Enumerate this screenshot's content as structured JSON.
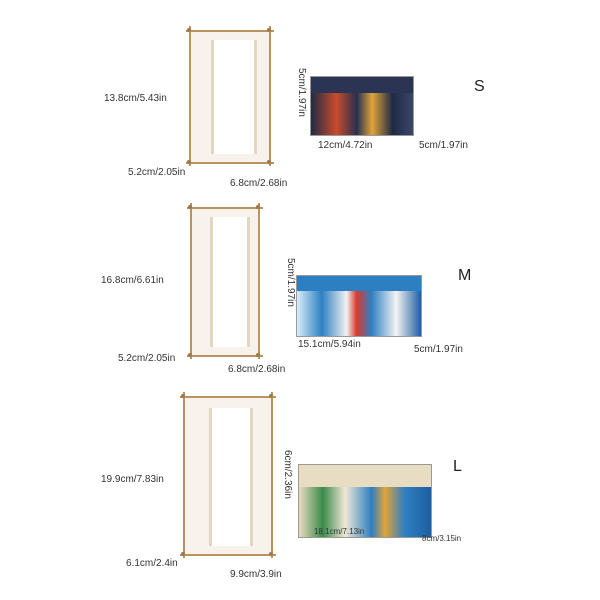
{
  "sizes": [
    {
      "letter": "S",
      "frame_height": "13.8cm/5.43in",
      "frame_depth": "5.2cm/2.05in",
      "frame_width": "6.8cm/2.68in",
      "box_height": "5cm/1.97in",
      "box_length": "12cm/4.72in",
      "box_width": "5cm/1.97in"
    },
    {
      "letter": "M",
      "frame_height": "16.8cm/6.61in",
      "frame_depth": "5.2cm/2.05in",
      "frame_width": "6.8cm/2.68in",
      "box_height": "5cm/1.97in",
      "box_length": "15.1cm/5.94in",
      "box_width": "5cm/1.97in"
    },
    {
      "letter": "L",
      "frame_height": "19.9cm/7.83in",
      "frame_depth": "6.1cm/2.4in",
      "frame_width": "9.9cm/3.9in",
      "box_height": "6cm/2.36in",
      "box_length": "18.1cm/7.13in",
      "box_width": "8cm/3.15in"
    }
  ],
  "colors": {
    "wood": "#b99460",
    "panel": "#f7f3ec",
    "box_dark": "#1f2a44",
    "box_blue": "#2e7fc2",
    "box_sand": "#e8dcc2"
  }
}
